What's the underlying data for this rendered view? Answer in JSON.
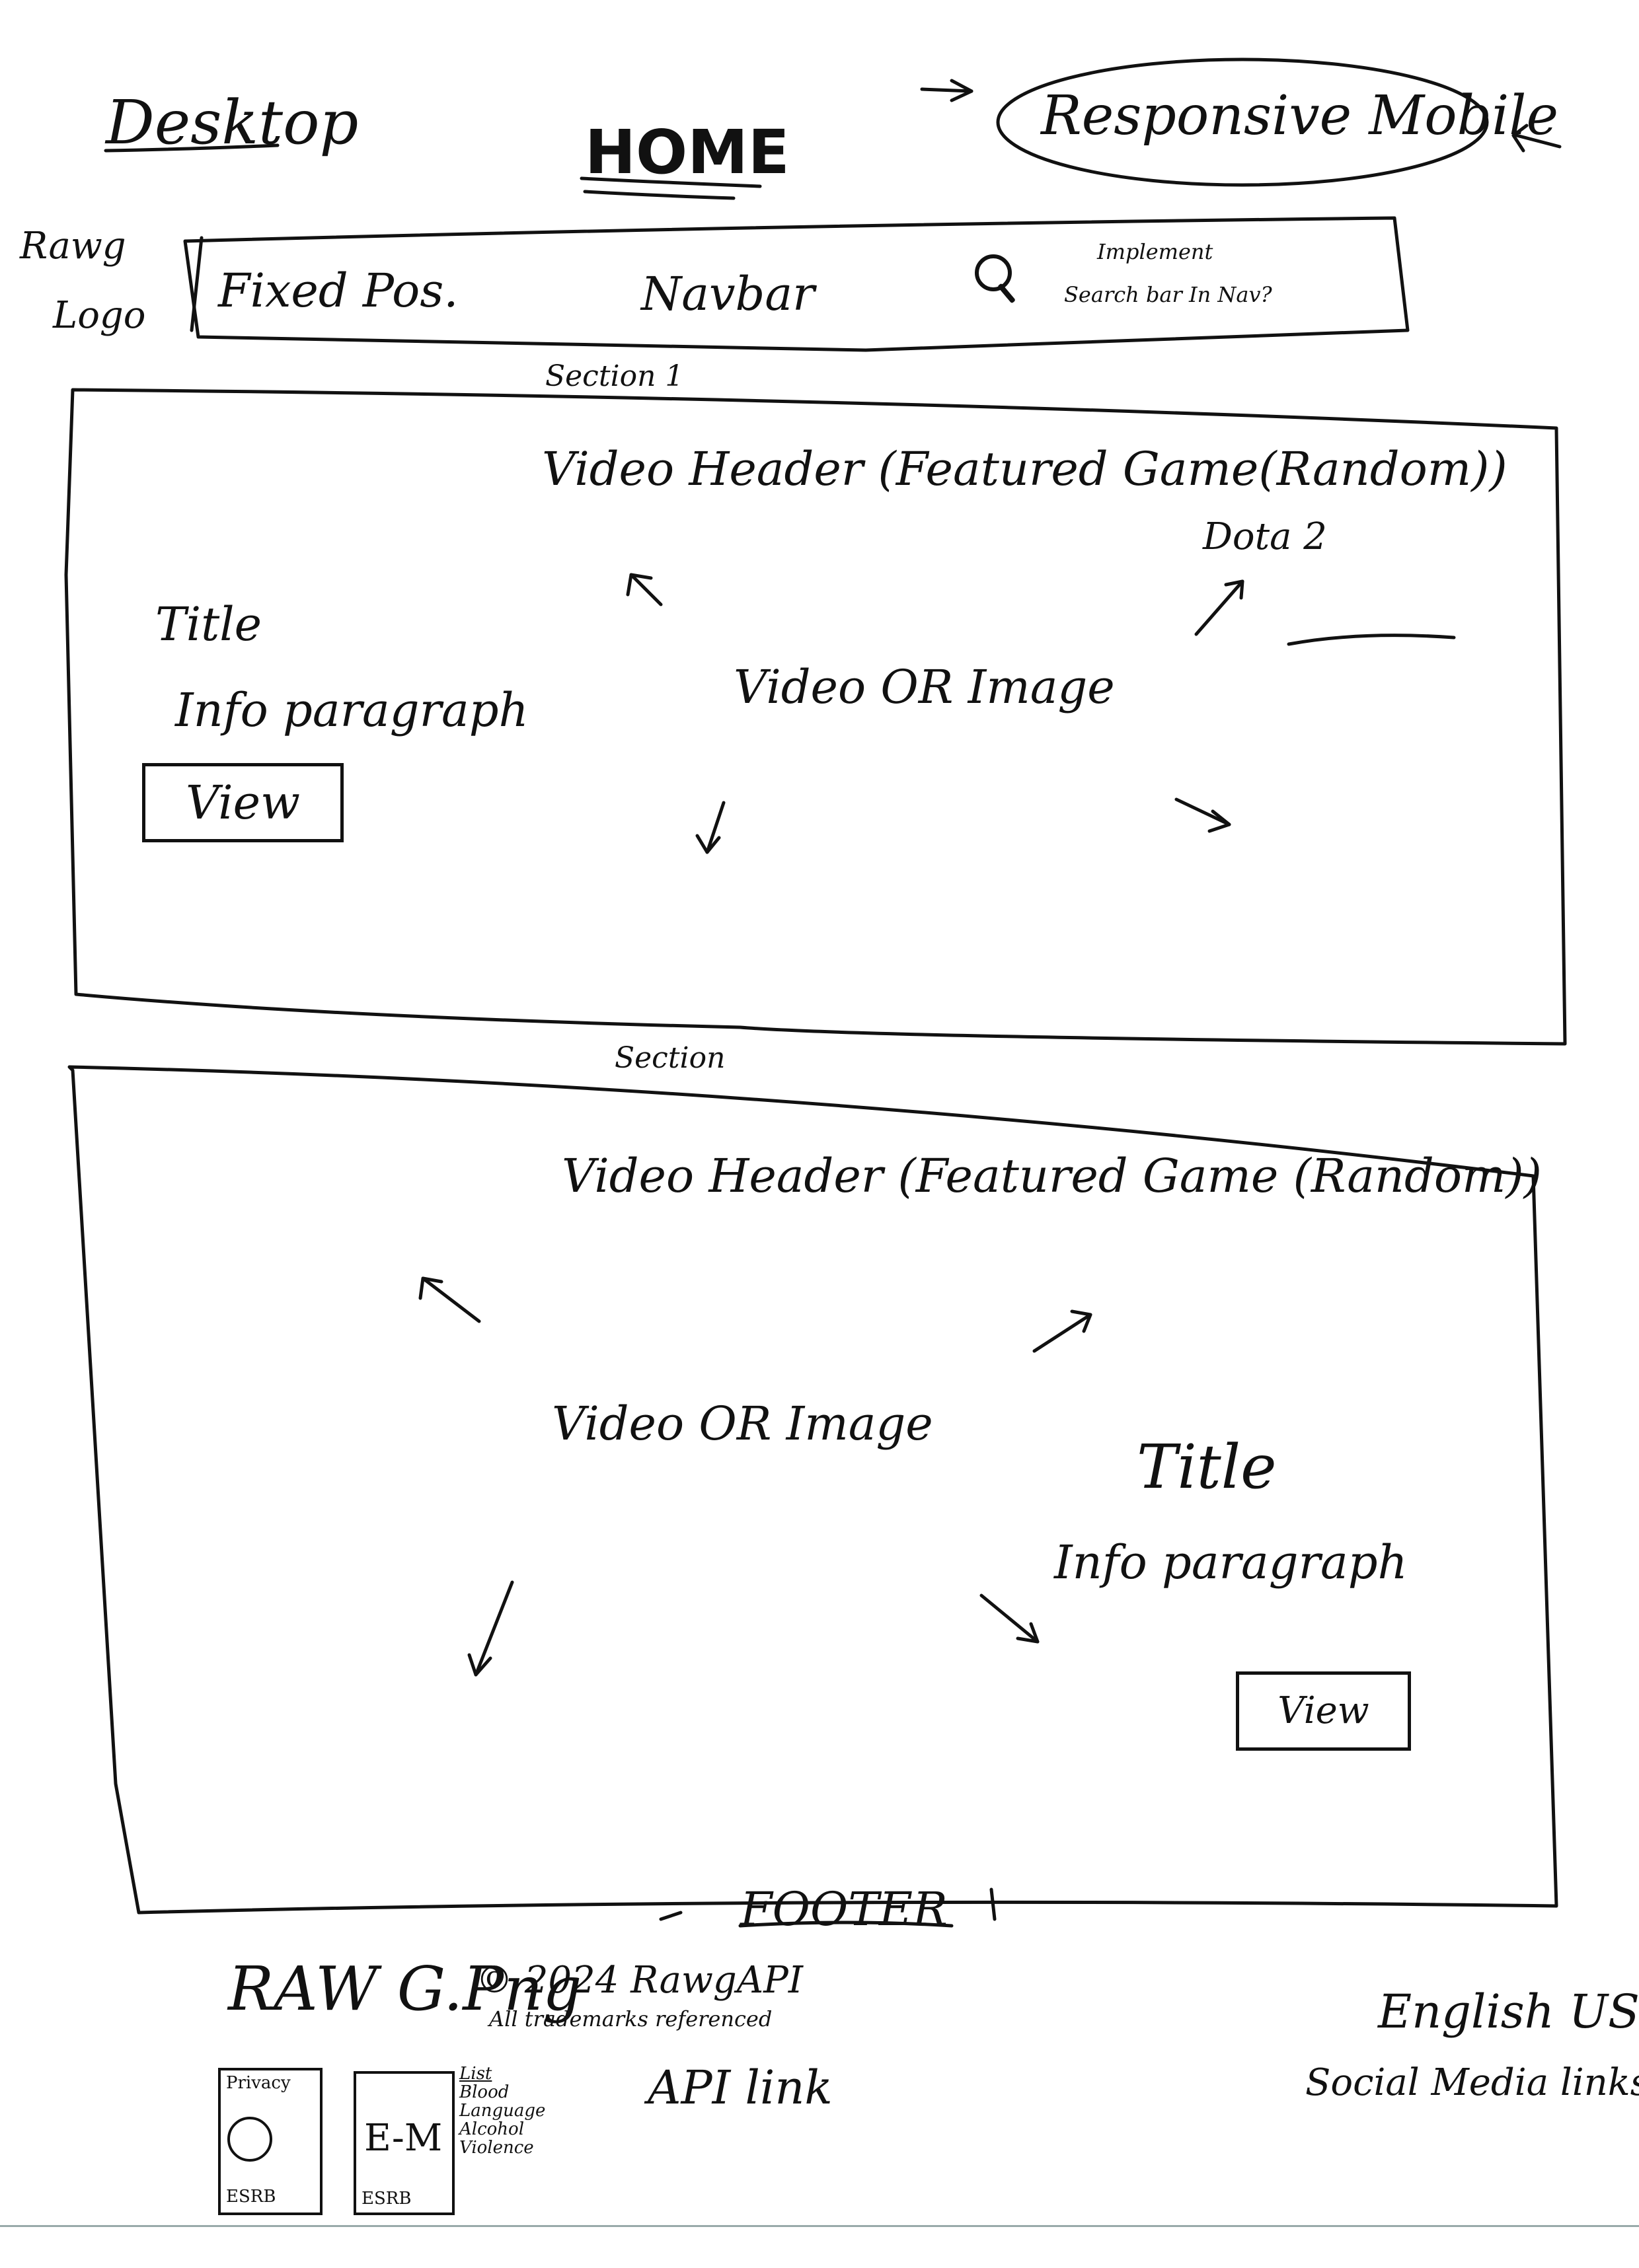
{
  "header": {
    "desktop_label": "Desktop",
    "home_title": "HOME",
    "responsive_label": "Responsive Mobile"
  },
  "navbar": {
    "logo_line1": "Rawg",
    "logo_line2": "Logo",
    "fixed_label": "Fixed Pos.",
    "navbar_label": "Navbar",
    "search_note_line1": "Implement",
    "search_note_line2": "Search bar In Nav?"
  },
  "section1": {
    "label": "Section 1",
    "video_header": "Video Header (Featured Game(Random))",
    "example_game": "Dota 2",
    "title": "Title",
    "info": "Info paragraph",
    "view_button": "View",
    "media": "Video OR Image"
  },
  "section2": {
    "label": "Section",
    "video_header": "Video Header (Featured Game (Random))",
    "media": "Video OR Image",
    "title": "Title",
    "info": "Info paragraph",
    "view_button": "View"
  },
  "footer": {
    "label": "FOOTER",
    "brand": "RAW G.Png",
    "copyright": "© 2024 RawgAPI",
    "rights": "All trademarks referenced",
    "api_link": "API link",
    "language": "English US",
    "social": "Social Media links",
    "esrb_box1_top": "Privacy",
    "esrb_box1_bottom": "ESRB",
    "esrb_box2_rating": "E-M",
    "esrb_box2_bottom": "ESRB",
    "rating_descriptors": [
      "List",
      "Blood",
      "Language",
      "Alcohol",
      "Violence"
    ]
  }
}
